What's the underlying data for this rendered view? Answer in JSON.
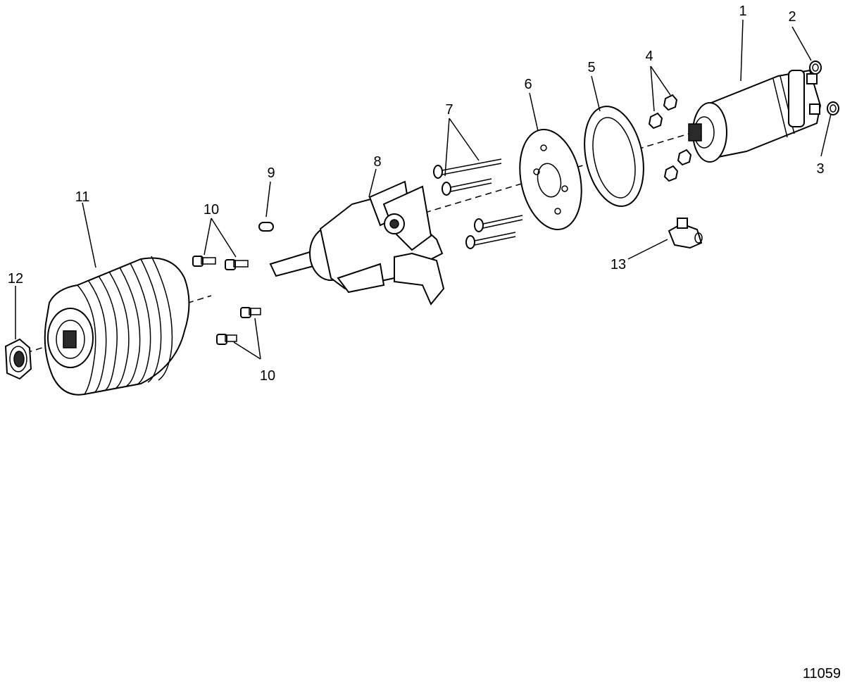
{
  "callouts": {
    "c1": "1",
    "c2": "2",
    "c3": "3",
    "c4": "4",
    "c5": "5",
    "c6": "6",
    "c7": "7",
    "c8": "8",
    "c9": "9",
    "c10a": "10",
    "c10b": "10",
    "c11": "11",
    "c12": "12",
    "c13": "13"
  },
  "figure_number": "11059"
}
